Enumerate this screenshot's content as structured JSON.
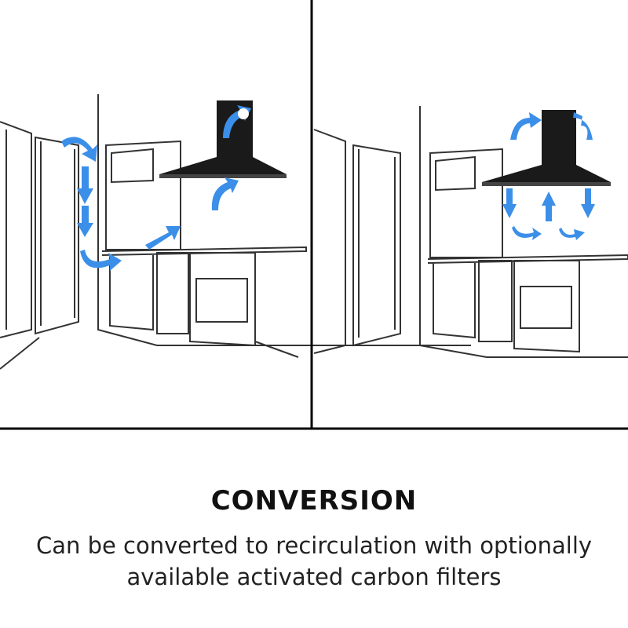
{
  "heading": "CONVERSION",
  "description_lines": [
    "Can be converted to recirculation with optionally",
    "available activated carbon filters"
  ],
  "panels": [
    {
      "mode": "exhaust-air"
    },
    {
      "mode": "recirculation"
    }
  ],
  "colors": {
    "arrow": "#3b8fe8",
    "line": "#111111",
    "hood": "#1a1a1a"
  }
}
